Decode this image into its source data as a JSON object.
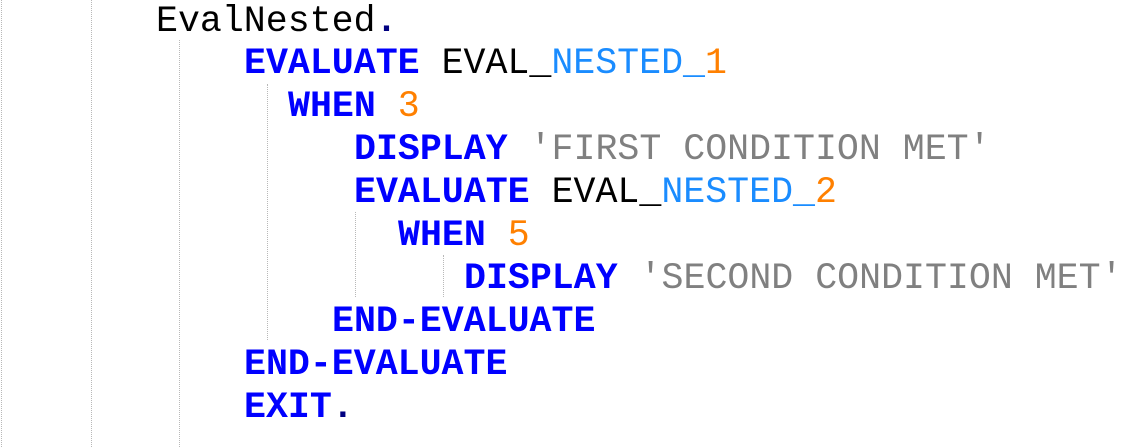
{
  "editor": {
    "language": "COBOL",
    "colors": {
      "keyword": "#0000ff",
      "identifier": "#000000",
      "identifier_highlight": "#1a8cff",
      "number": "#ff8000",
      "string": "#808080",
      "indent_guide": "#b8b8b8",
      "background": "#ffffff"
    },
    "lines": [
      {
        "paragraph": "EvalNested",
        "period": "."
      },
      {
        "keyword": "EVALUATE",
        "var_prefix": "EVAL_",
        "var_mid": "NESTED_",
        "var_suffix": "1"
      },
      {
        "keyword": "WHEN",
        "value": "3"
      },
      {
        "keyword": "DISPLAY",
        "string": "'FIRST CONDITION MET'"
      },
      {
        "keyword": "EVALUATE",
        "var_prefix": "EVAL_",
        "var_mid": "NESTED_",
        "var_suffix": "2"
      },
      {
        "keyword": "WHEN",
        "value": "5"
      },
      {
        "keyword": "DISPLAY",
        "string": "'SECOND CONDITION MET'"
      },
      {
        "keyword": "END-EVALUATE"
      },
      {
        "keyword": "END-EVALUATE"
      },
      {
        "keyword": "EXIT",
        "period": "."
      }
    ]
  }
}
